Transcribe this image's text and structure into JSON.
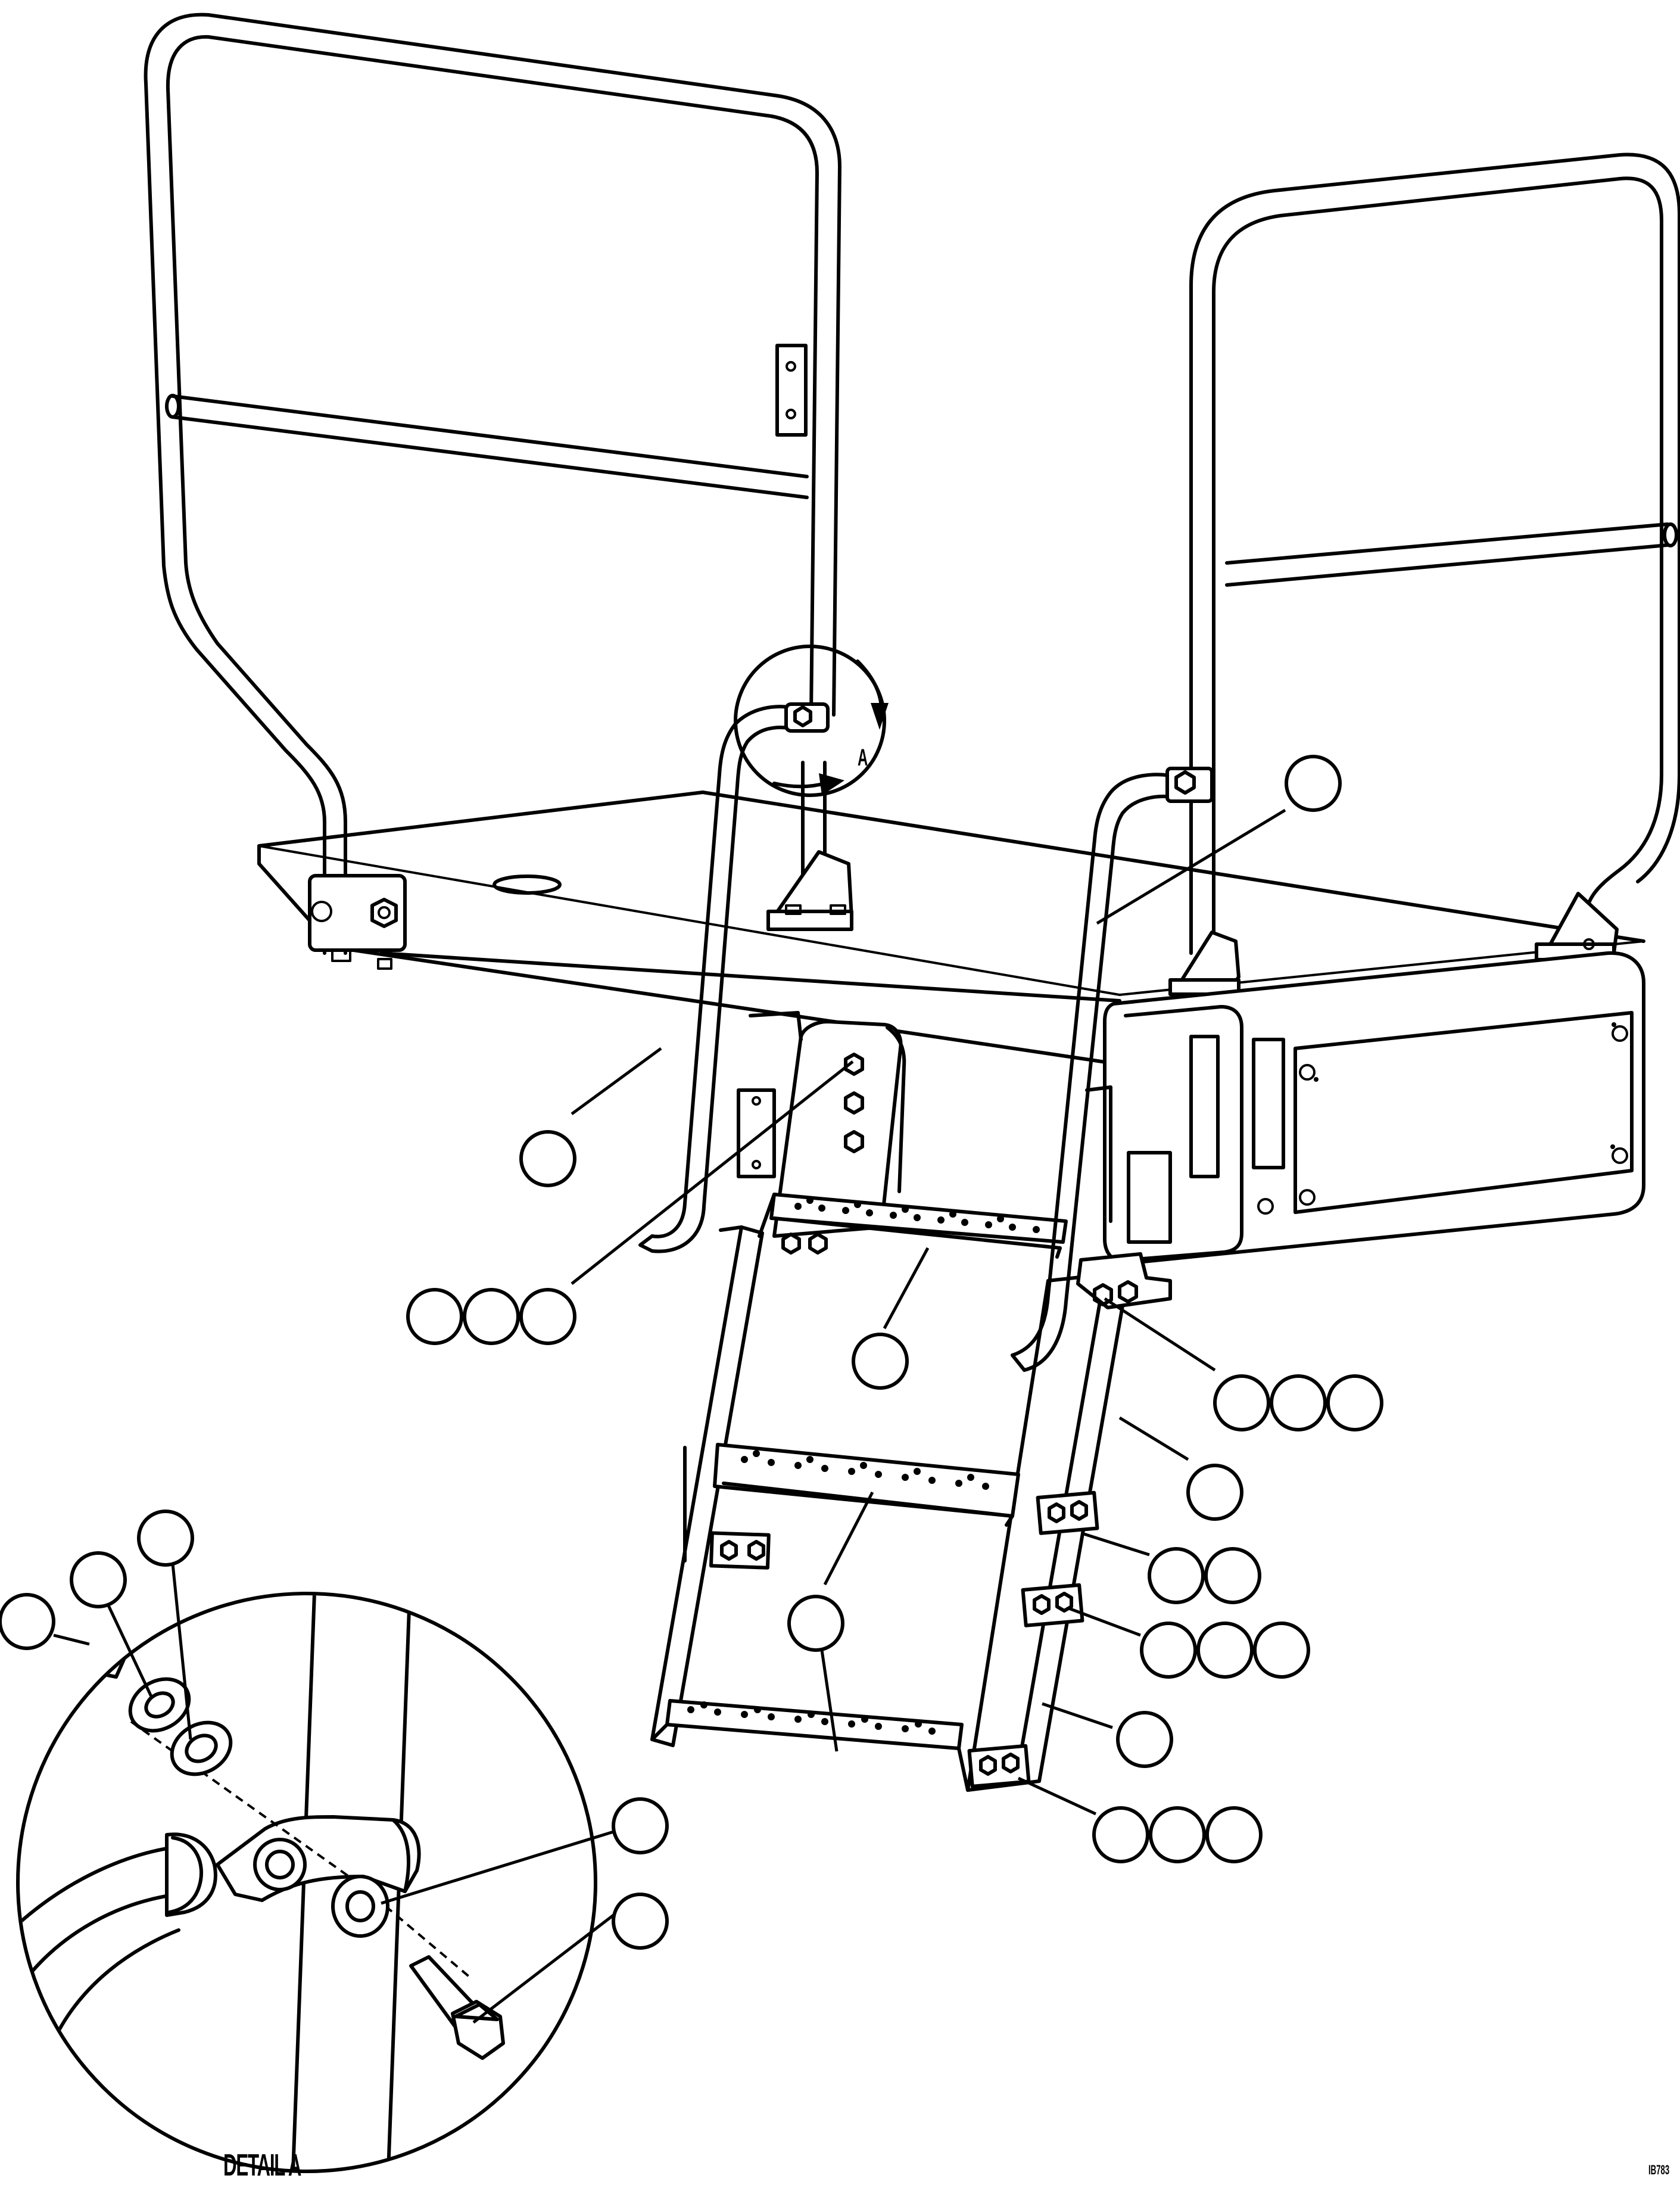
{
  "figure": {
    "detail_callout_letter": "A",
    "detail_view_title": "DETAIL A",
    "drawing_reference": "IB783"
  },
  "balloons": {
    "handrail_left": "",
    "handrail_right": "",
    "bolt_group_upper_left": [
      "",
      "",
      ""
    ],
    "bolt_group_bracket_right": [
      "",
      "",
      ""
    ],
    "step_upper": "",
    "step_middle": "",
    "side_rail_upper": "",
    "side_rail_lower": "",
    "plate_group_1": [
      "",
      ""
    ],
    "plate_group_2": [
      "",
      "",
      ""
    ],
    "plate_group_3": [
      "",
      "",
      ""
    ],
    "detail_nut": "",
    "detail_lockwasher": "",
    "detail_flatwasher": "",
    "detail_washer_inner": "",
    "detail_bolt": ""
  }
}
